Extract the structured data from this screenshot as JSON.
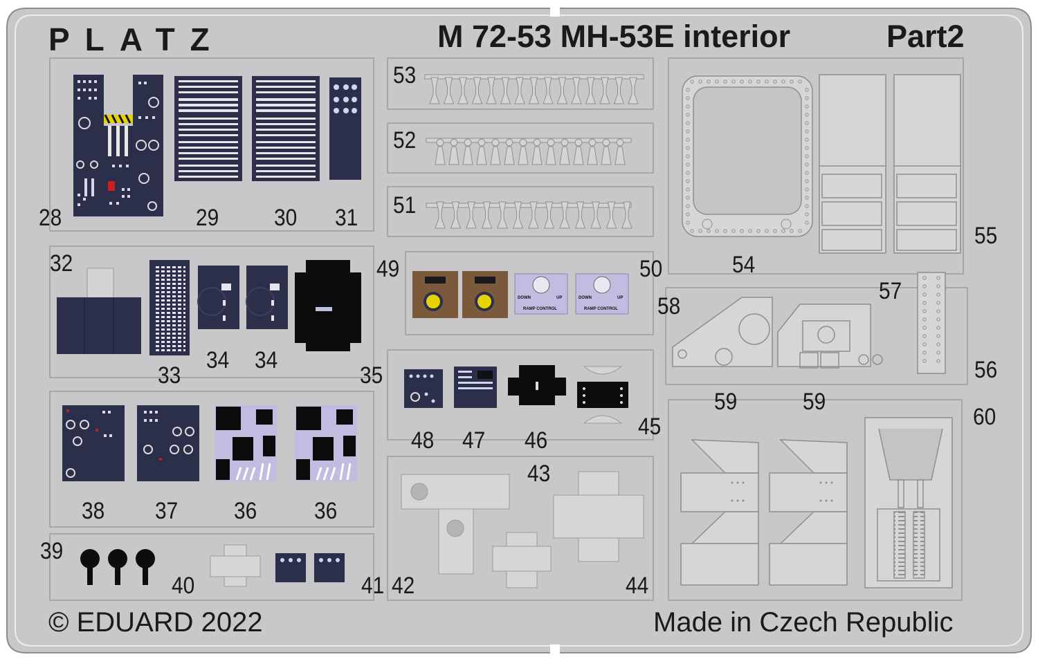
{
  "header": {
    "brand": "PLATZ",
    "title": "M 72-53  MH-53E interior",
    "part": "Part2"
  },
  "footer": {
    "copyright": "© EDUARD 2022",
    "origin": "Made in Czech Republic"
  },
  "part_numbers": [
    "28",
    "29",
    "30",
    "31",
    "32",
    "33",
    "34",
    "34",
    "35",
    "36",
    "36",
    "37",
    "38",
    "39",
    "40",
    "41",
    "42",
    "43",
    "44",
    "45",
    "46",
    "47",
    "48",
    "49",
    "50",
    "51",
    "52",
    "53",
    "54",
    "55",
    "56",
    "57",
    "58",
    "59",
    "59",
    "60"
  ],
  "panel_labels": {
    "down": "DOWN",
    "up": "UP",
    "ramp_control": "RAMP CONTROL"
  },
  "colors": {
    "fret": "#c8c8ca",
    "fret_edge": "#9a9a9c",
    "panel_dark": "#2c2f4a",
    "panel_purple": "#c0bde0",
    "panel_brown": "#7a5a3a",
    "indicator_yellow": "#e6d200",
    "warning_red": "#cc2020"
  }
}
